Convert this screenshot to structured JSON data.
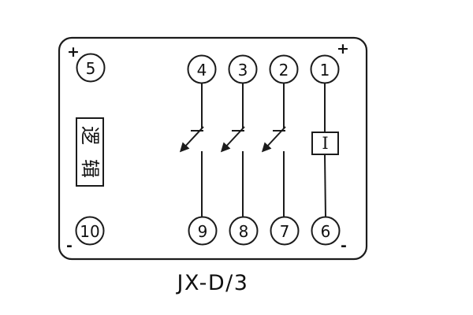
{
  "diagram": {
    "caption": "JX-D/3",
    "logic_chars": [
      "逻",
      "辑"
    ],
    "coil_label": "I",
    "polarity_top_left": "+",
    "polarity_top_right": "+",
    "polarity_bottom_left": "-",
    "polarity_bottom_right": "-",
    "terminals_top": [
      "5",
      "4",
      "3",
      "2",
      "1"
    ],
    "terminals_bottom": [
      "10",
      "9",
      "8",
      "7",
      "6"
    ]
  }
}
